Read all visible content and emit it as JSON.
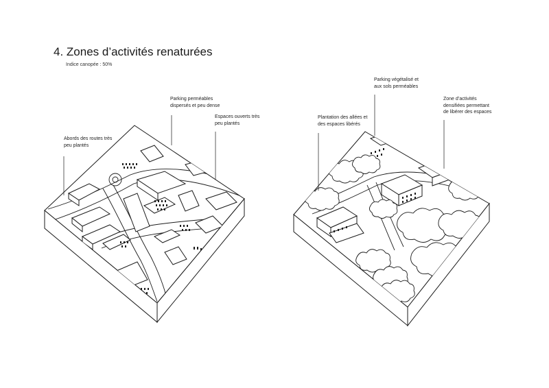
{
  "header": {
    "title": "4. Zones d’activités renaturées",
    "subtitle": "Indice canopée : 50%"
  },
  "before": {
    "labels": [
      {
        "lines": [
          "Abords des routes très",
          "peu plantés"
        ]
      },
      {
        "lines": [
          "Parking perméables",
          "dispersés et peu dense"
        ]
      },
      {
        "lines": [
          "Espaces ouverts très",
          "peu plantés"
        ]
      }
    ]
  },
  "after": {
    "labels": [
      {
        "lines": [
          "Plantation des allées et",
          "des espaces libérés"
        ]
      },
      {
        "lines": [
          "Parking végétalisé et",
          "aux sols perméables"
        ]
      },
      {
        "lines": [
          "Zone d’activités",
          "densifiées permettant",
          "de libérer des espaces"
        ]
      }
    ]
  }
}
